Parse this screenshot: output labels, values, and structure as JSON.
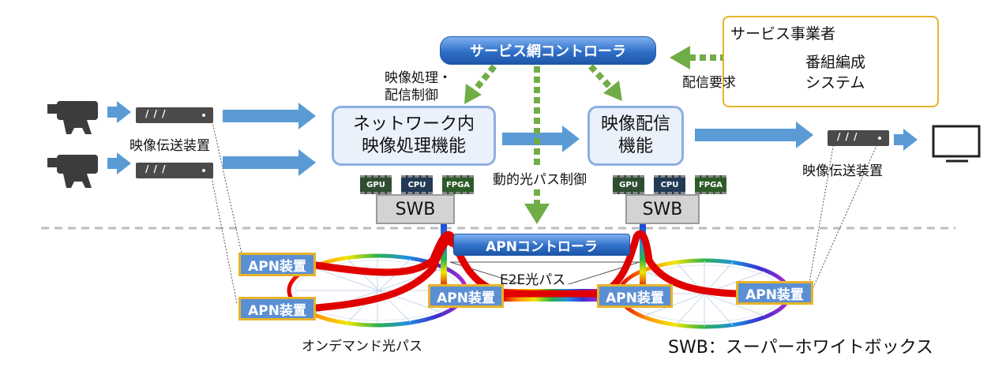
{
  "controllers": {
    "service": "サービス網コントローラ",
    "apn": "APNコントローラ"
  },
  "service_provider": {
    "title": "サービス事業者",
    "system_line1": "番組編成",
    "system_line2": "システム"
  },
  "labels": {
    "video_proc_line1": "映像処理・",
    "video_proc_line2": "配信制御",
    "delivery_request": "配信要求",
    "dynamic_path": "動的光パス制御",
    "e2e_path": "E2E光パス",
    "on_demand": "オンデマンド光パス",
    "transmitter_left": "映像伝送装置",
    "transmitter_right": "映像伝送装置",
    "swb_legend": "SWB：スーパーホワイトボックス"
  },
  "functions": {
    "in_network_line1": "ネットワーク内",
    "in_network_line2": "映像処理機能",
    "delivery_line1": "映像配信",
    "delivery_line2": "機能"
  },
  "swb": {
    "left": "SWB",
    "right": "SWB"
  },
  "chips": {
    "gpu": "GPU",
    "cpu": "CPU",
    "fpga": "FPGA"
  },
  "apn_devices": {
    "d1": "APN装置",
    "d2": "APN装置",
    "d3": "APN装置",
    "d4": "APN装置",
    "d5": "APN装置"
  },
  "icons": {
    "camera": "camera-icon",
    "monitor": "monitor-icon",
    "system": "document-icon",
    "transmitter": "transmitter-device-icon"
  },
  "colors": {
    "flow_arrow": "#5b9bd5",
    "control_arrow": "#70ad47",
    "optical_path": "#e00000",
    "controller": "#2f6fc8",
    "apn_device": "#5b8fd4",
    "apn_border": "#e6b32a",
    "function_border": "#8eaee0"
  }
}
